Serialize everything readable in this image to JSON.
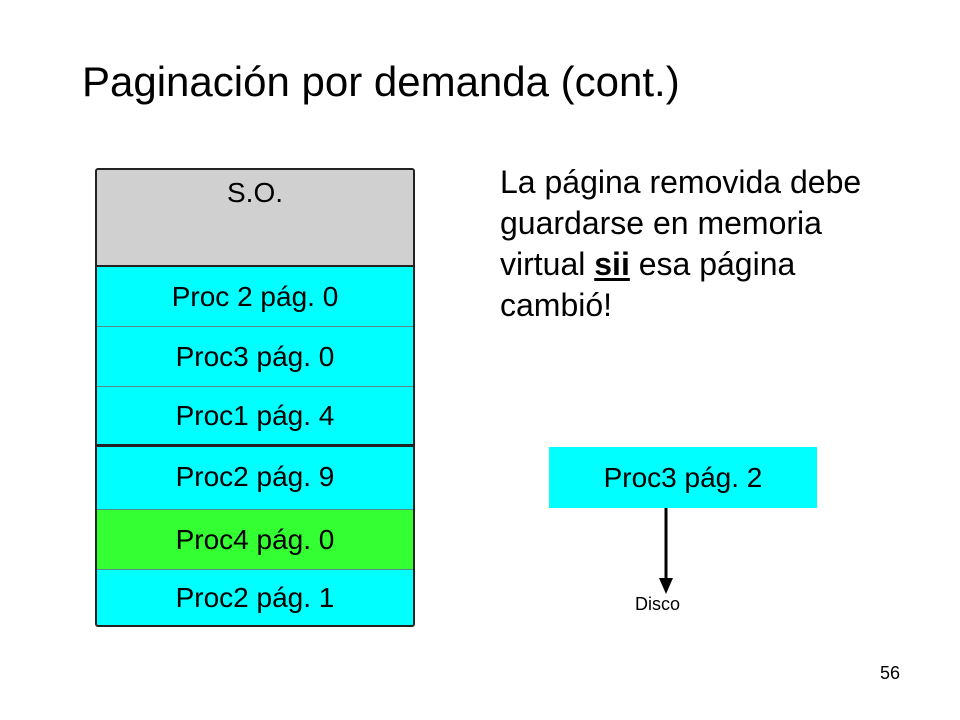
{
  "slide": {
    "title": "Paginación por demanda (cont.)",
    "page_number": "56"
  },
  "memory": {
    "os_label": "S.O.",
    "frames": [
      {
        "label": "Proc 2 pág. 0"
      },
      {
        "label": "Proc3 pág. 0"
      },
      {
        "label": "Proc1 pág. 4"
      },
      {
        "label": "Proc2 pág. 9"
      },
      {
        "label": "Proc4 pág. 0"
      },
      {
        "label": "Proc2 pág. 1"
      }
    ]
  },
  "note": {
    "before": "La página removida debe guardarse en memoria virtual ",
    "emphasis": "sii",
    "after": " esa página cambió!"
  },
  "evicted": {
    "label": "Proc3 pág. 2",
    "destination": "Disco"
  },
  "colors": {
    "frame": "#00ffff",
    "highlighted_frame": "#33ff33",
    "os_block": "#d0d0d0"
  }
}
